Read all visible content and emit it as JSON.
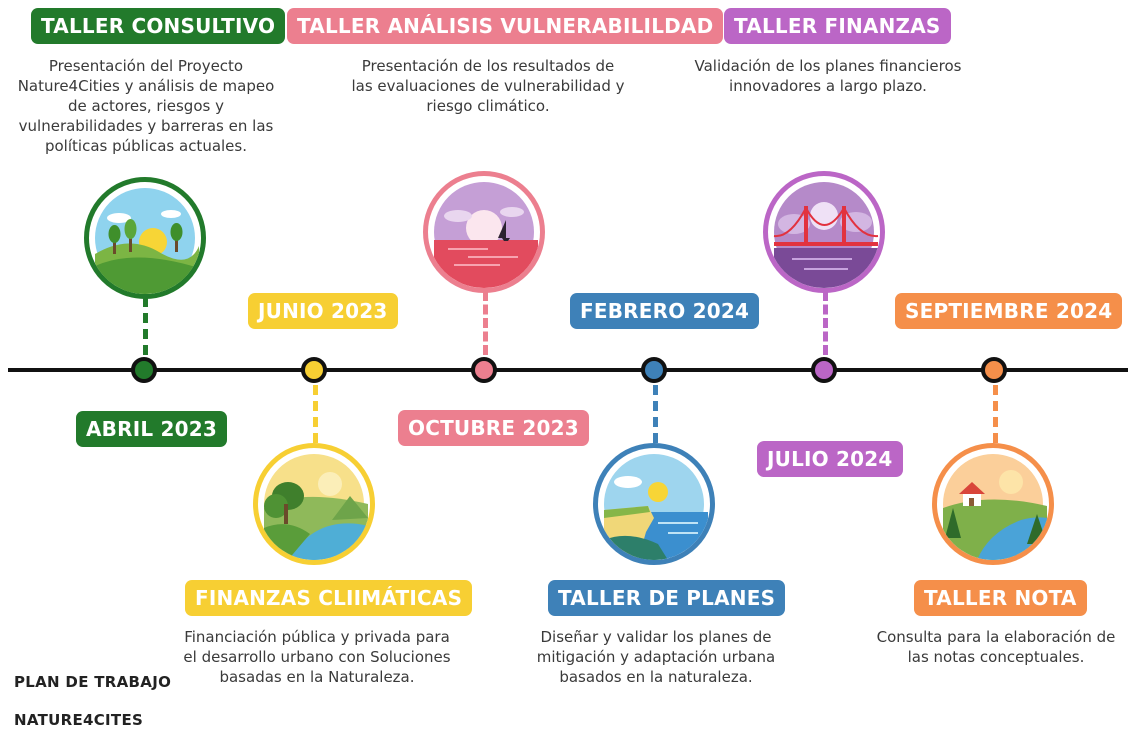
{
  "colors": {
    "green": "#227a2b",
    "yellow": "#f7cf33",
    "pink": "#ec7f8f",
    "blue": "#3e81b8",
    "purple": "#bb66c6",
    "orange": "#f58f4a"
  },
  "workshops": [
    {
      "title": "TALLER CONSULTIVO",
      "description": "Presentación del Proyecto Nature4Cities y análisis de mapeo de actores, riesgos y vulnerabilidades y barreras en las políticas públicas actuales.",
      "date": "ABRIL 2023",
      "illustration": "sunny-hills-icon"
    },
    {
      "title": "FINANZAS CLIIMÁTICAS",
      "description": "Financiación pública y privada para el desarrollo urbano con Soluciones basadas en la Naturaleza.",
      "date": "JUNIO 2023",
      "illustration": "forest-river-icon"
    },
    {
      "title": "TALLER  ANÁLISIS VULNERABILILDAD",
      "description": "Presentación de los resultados de las evaluaciones de vulnerabilidad y riesgo climático.",
      "date": "OCTUBRE 2023",
      "illustration": "sunset-sailboat-icon"
    },
    {
      "title": "TALLER DE PLANES",
      "description": "Diseñar y validar los planes de mitigación y adaptación urbana basados en la naturaleza.",
      "date": "FEBRERO 2024",
      "illustration": "coastline-cliff-icon"
    },
    {
      "title": "TALLER FINANZAS",
      "description": "Validación de los planes financieros innovadores a largo plazo.",
      "date": "JULIO 2024",
      "illustration": "suspension-bridge-icon"
    },
    {
      "title": "TALLER NOTA",
      "description": "Consulta para la elaboración de las notas conceptuales.",
      "date": "SEPTIEMBRE 2024",
      "illustration": "house-river-icon"
    }
  ],
  "footer": {
    "line1": "PLAN DE TRABAJO",
    "line2": "NATURE4CITES"
  }
}
